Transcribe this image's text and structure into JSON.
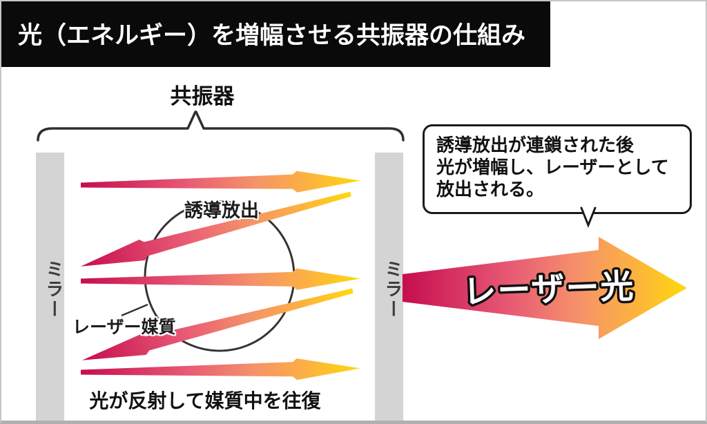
{
  "title": "光（エネルギー）を増幅させる共振器の仕組み",
  "resonator": {
    "label": "共振器"
  },
  "mirrors": {
    "left": "ミラー",
    "right": "ミラー"
  },
  "medium": {
    "label": "レーザー媒質"
  },
  "emission": {
    "label": "誘導放出"
  },
  "caption": "光が反射して媒質中を往復",
  "callout": {
    "lines": [
      "誘導放出が連鎖された後",
      "光が増幅し、レーザーとして",
      "放出される。"
    ]
  },
  "laser": {
    "label": "レーザー光"
  },
  "colors": {
    "beam_start": "#c60d4f",
    "beam_pink": "#e85a74",
    "beam_orange": "#f5926a",
    "beam_end": "#ffd90a",
    "mirror_gray": "#d4d4d4",
    "title_bg": "#0a0a0a",
    "line_dark": "#333333"
  }
}
